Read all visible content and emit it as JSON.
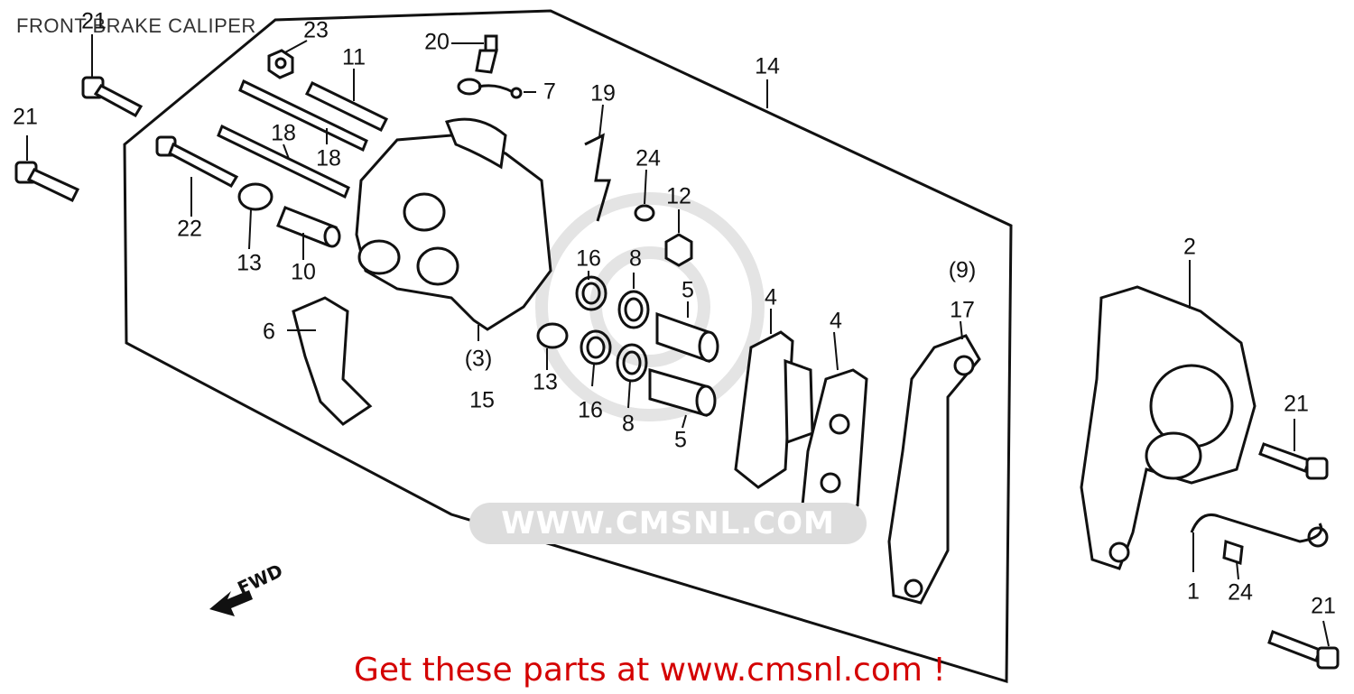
{
  "title": "FRONT BRAKE CALIPER",
  "footer": "Get these parts at www.cmsnl.com !",
  "watermark": "WWW.CMSNL.COM",
  "fwd_label": "FWD",
  "colors": {
    "footer": "#d40000",
    "line": "#111111",
    "watermark": "#dddddd"
  },
  "callouts": {
    "c21a": "21",
    "c23": "23",
    "c20": "20",
    "c11": "11",
    "c7": "7",
    "c14": "14",
    "c21b": "21",
    "c19": "19",
    "c18a": "18",
    "c18b": "18",
    "c24a": "24",
    "c12": "12",
    "c22": "22",
    "c13a": "13",
    "c10": "10",
    "c16a": "16",
    "c8a": "8",
    "c5a": "5",
    "c4a": "4",
    "c4b": "4",
    "c9": "(9)",
    "c17": "17",
    "c2": "2",
    "c6": "6",
    "c3": "(3)",
    "c15": "15",
    "c13b": "13",
    "c16b": "16",
    "c8b": "8",
    "c5b": "5",
    "c21c": "21",
    "c1": "1",
    "c24b": "24",
    "c21d": "21"
  }
}
